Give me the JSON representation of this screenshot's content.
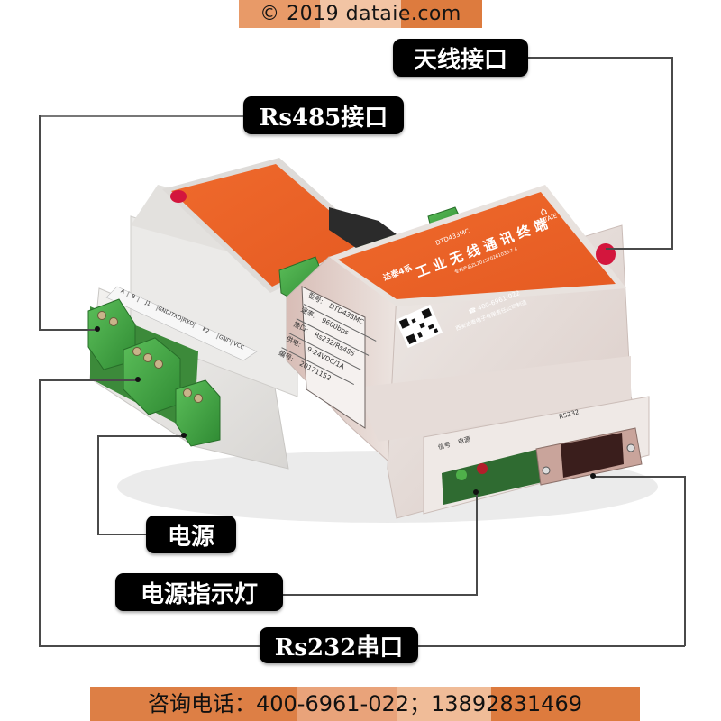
{
  "watermark": {
    "text": "© 2019 dataie.com",
    "colors": [
      "#e89a68",
      "#f2c4a4",
      "#dd7b3e"
    ]
  },
  "callouts": {
    "antenna": "天线接口",
    "rs485": "Rs485接口",
    "power": "电源",
    "power_indicator": "电源指示灯",
    "rs232": "Rs232串口"
  },
  "device_front": {
    "series": "达泰4系",
    "model_code": "DTD433MC",
    "title": "工业无线通讯终端",
    "patent": "专利产品ZL201520261036.7.4",
    "phone": "400-6961-022",
    "company": "西安达泰电子有限责任公司制造",
    "brand": "DATAIE",
    "brand_color": "#e8622a"
  },
  "device_side_spec": {
    "rows": [
      {
        "key": "型号:",
        "value": "DTD433MC"
      },
      {
        "key": "速率:",
        "value": "9600bps"
      },
      {
        "key": "接口:",
        "value": "Rs232/Rs485"
      },
      {
        "key": "供电:",
        "value": "9-24VDC/1A"
      },
      {
        "key": "编号:",
        "value": "20171152"
      }
    ]
  },
  "device_bottom_panel": {
    "led_labels": [
      "信号",
      "电源"
    ],
    "port_label": "RS232"
  },
  "terminal_labels": [
    "A",
    "B",
    "J1",
    "GND|TXD|RXD",
    "K2",
    "GND",
    "VCC"
  ],
  "footer": {
    "text": "咨询电话：400-6961-022；13892831469",
    "colors": [
      "#dd7f45",
      "#e9a37a",
      "#f0bc98",
      "#dd7b3e"
    ]
  }
}
